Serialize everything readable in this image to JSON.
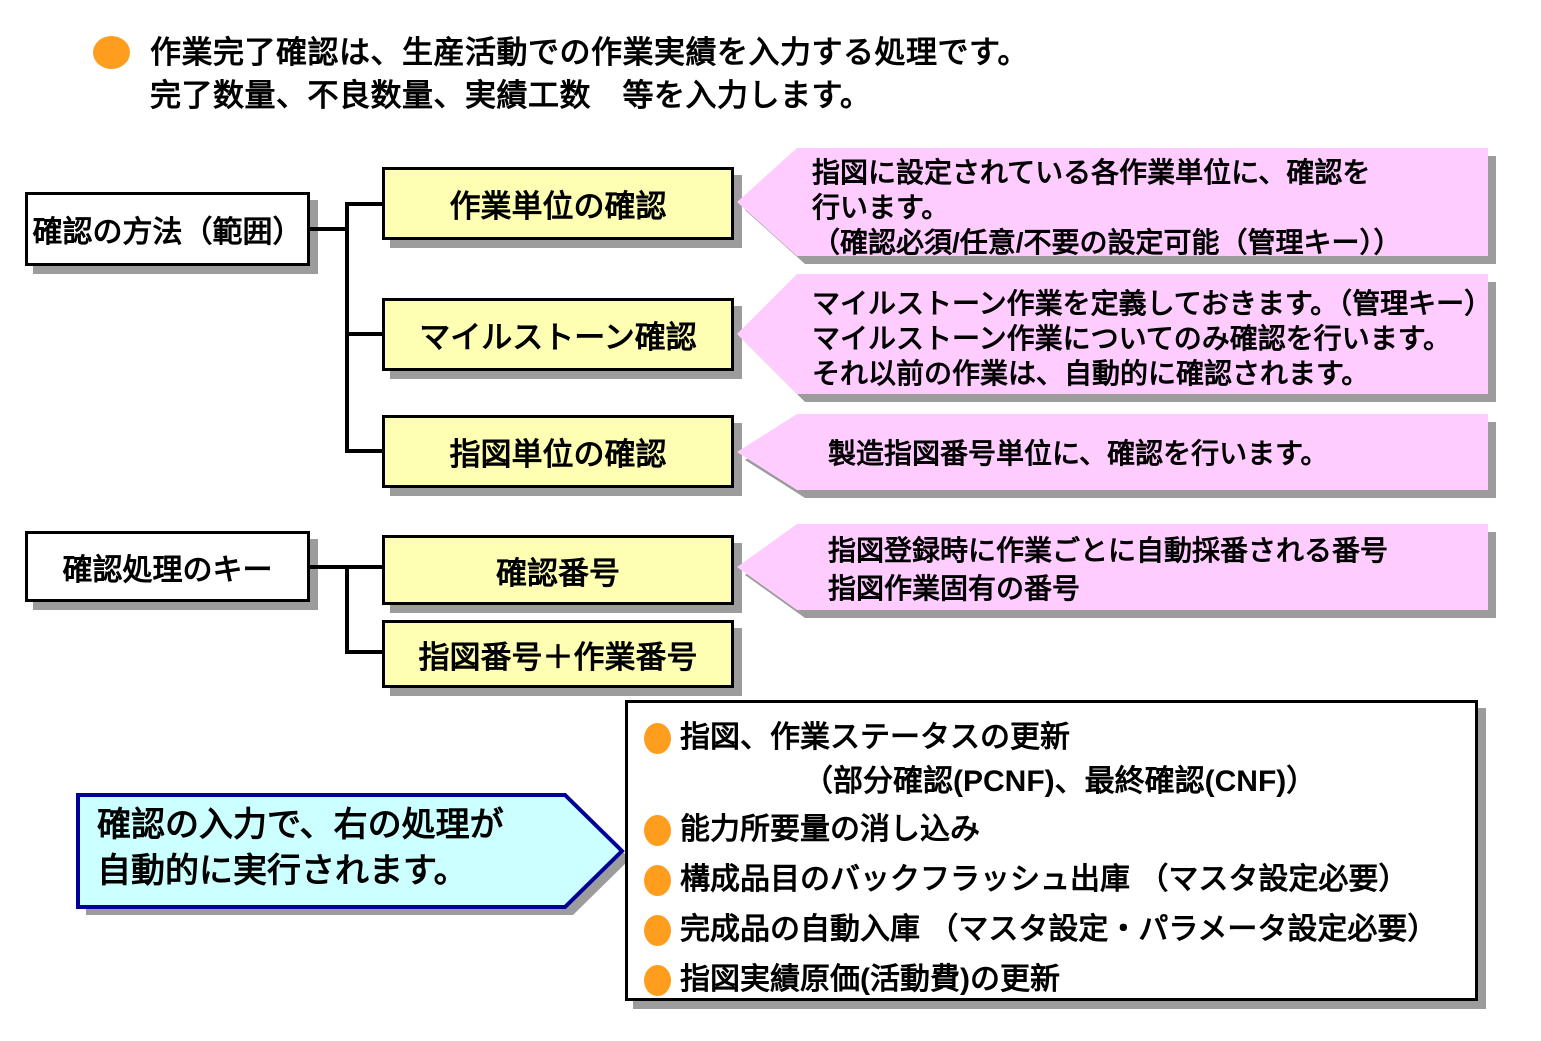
{
  "heading": {
    "line1": "作業完了確認は、生産活動での作業実績を入力する処理です。",
    "line2": "完了数量、不良数量、実績工数　等を入力します。"
  },
  "groups": [
    {
      "label": "確認の方法（範囲）",
      "items": [
        {
          "box": "作業単位の確認",
          "callout": [
            "指図に設定されている各作業単位に、確認を",
            "行います。",
            "（確認必須/任意/不要の設定可能（管理キー））"
          ]
        },
        {
          "box": "マイルストーン確認",
          "callout": [
            "マイルストーン作業を定義しておきます。（管理キー）",
            "マイルストーン作業についてのみ確認を行います。",
            "それ以前の作業は、自動的に確認されます。"
          ]
        },
        {
          "box": "指図単位の確認",
          "callout": [
            "製造指図番号単位に、確認を行います。"
          ]
        }
      ]
    },
    {
      "label": "確認処理のキー",
      "items": [
        {
          "box": "確認番号",
          "callout": [
            "指図登録時に作業ごとに自動採番される番号",
            "指図作業固有の番号"
          ]
        },
        {
          "box": "指図番号＋作業番号",
          "callout": []
        }
      ]
    }
  ],
  "note": {
    "line1": "確認の入力で、右の処理が",
    "line2": "自動的に実行されます。"
  },
  "auto": {
    "items": [
      {
        "line1": "指図、作業ステータスの更新",
        "line2": "（部分確認(PCNF)、最終確認(CNF)）"
      },
      {
        "line1": "能力所要量の消し込み"
      },
      {
        "line1": "構成品目のバックフラッシュ出庫 （マスタ設定必要）"
      },
      {
        "line1": "完成品の自動入庫 （マスタ設定・パラメータ設定必要）"
      },
      {
        "line1": "指図実績原価(活動費)の更新"
      }
    ]
  },
  "colors": {
    "box_yellow": "#FFFFB3",
    "callout_pink": "#FFCCFF",
    "note_cyan": "#CCFFFF",
    "note_border_navy": "#000099",
    "bullet_orange": "#FF9D1E",
    "shadow_gray": "#9C9C9C"
  }
}
